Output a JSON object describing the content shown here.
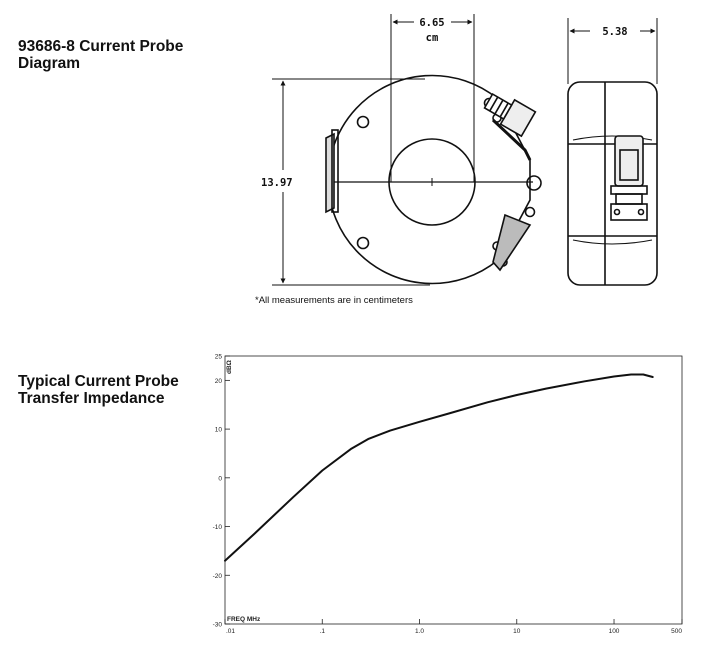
{
  "probe_diagram": {
    "title_line1": "93686-8 Current Probe",
    "title_line2": "Diagram",
    "dim_width": "6.65",
    "dim_width_unit": "cm",
    "dim_depth": "5.38",
    "dim_height": "13.97",
    "note": "*All measurements are in centimeters"
  },
  "chart_section": {
    "title_line1": "Typical Current Probe",
    "title_line2": "Transfer Impedance"
  },
  "chart_data": {
    "type": "line",
    "title": "Typical Current Probe Transfer Impedance",
    "xlabel": "FREQ MHz",
    "ylabel": "dBΩ",
    "x_scale": "log",
    "xlim": [
      0.01,
      500
    ],
    "ylim": [
      -30,
      25
    ],
    "x_tick_values": [
      0.01,
      0.1,
      1,
      10,
      100,
      500
    ],
    "x_tick_labels": [
      ".01",
      ".1",
      "1.0",
      "10",
      "100",
      "500"
    ],
    "y_tick_values": [
      25,
      20,
      10,
      0,
      -10,
      -20,
      -30
    ],
    "y_tick_labels": [
      "25",
      "20",
      "10",
      "0",
      "-10",
      "-20",
      "-30"
    ],
    "grid": false,
    "series": [
      {
        "x": [
          0.01,
          0.02,
          0.05,
          0.1,
          0.2,
          0.3,
          0.5,
          1,
          2,
          5,
          10,
          20,
          50,
          100,
          150,
          200,
          250
        ],
        "y": [
          -17,
          -11.5,
          -4,
          1.5,
          6,
          8,
          9.7,
          11.5,
          13.2,
          15.5,
          17,
          18.3,
          19.8,
          20.8,
          21.2,
          21.2,
          20.7
        ]
      }
    ]
  }
}
